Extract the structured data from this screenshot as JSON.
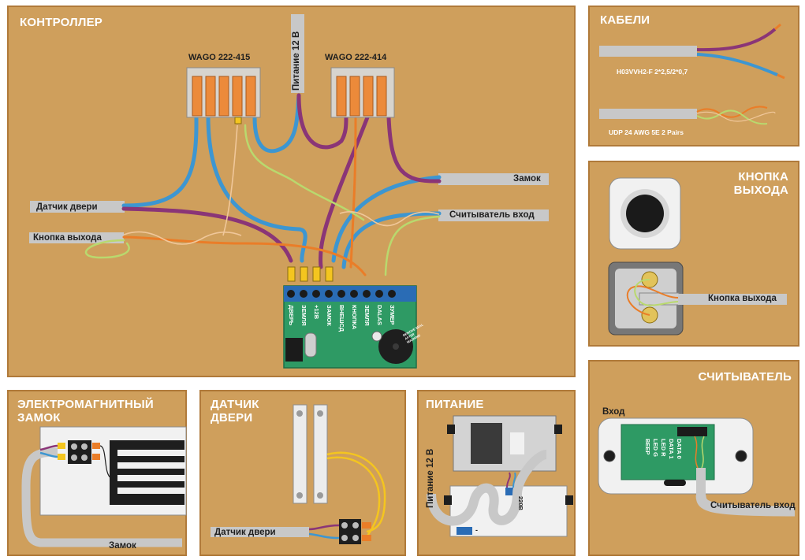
{
  "colors": {
    "panel_bg": "#cf9f5c",
    "panel_border": "#b07a3a",
    "wire_blue": "#3d96d1",
    "wire_purple": "#8a3577",
    "wire_orange": "#ea7d28",
    "wire_green": "#b9d96e",
    "wire_yellow": "#f4c51f",
    "cable_grey": "#c8c8c8",
    "board_green": "#2e9a64",
    "terminal_blue": "#2a6cb5",
    "wago_body": "#d7d4ce",
    "wago_lever": "#ec8a3a"
  },
  "controller": {
    "title": "КОНТРОЛЛЕР",
    "wago_left": "WAGO 222-415",
    "wago_right": "WAGO 222-414",
    "power_label": "Питание 12 В",
    "lock_label": "Замок",
    "door_sensor_label": "Датчик двери",
    "reader_input_label": "Считыватель вход",
    "exit_button_label": "Кнопка выхода",
    "terminals": [
      "ДВЕРЬ",
      "ЗЕМЛЯ",
      "+12В",
      "ЗАМОК",
      "ВНЕШСД",
      "КНОПКА",
      "ЗЕМЛЯ",
      "DALAS",
      "ЗУМЕР"
    ],
    "buzzer_text": "REMOVE SEAL AFTER WASHING"
  },
  "cables": {
    "title": "КАБЕЛИ",
    "power_cable": "H03VVH2-F  2*2,5/2*0,7",
    "utp_cable": "UDP 24 AWG 5E 2 Pairs"
  },
  "exit_button": {
    "title_line1": "КНОПКА",
    "title_line2": "ВЫХОДА",
    "wire_label": "Кнопка выхода"
  },
  "reader": {
    "title": "СЧИТЫВАТЕЛЬ",
    "input_label": "Вход",
    "wire_label": "Считыватель вход",
    "pins": [
      "DATA 0",
      "DATA 1",
      "LED R",
      "LED G",
      "BEEP"
    ]
  },
  "em_lock": {
    "title_line1": "ЭЛЕКТРОМАГНИТНЫЙ",
    "title_line2": "ЗАМОК",
    "wire_label": "Замок"
  },
  "door_sensor": {
    "title_line1": "ДАТЧИК",
    "title_line2": "ДВЕРИ",
    "wire_label": "Датчик двери"
  },
  "power": {
    "title": "ПИТАНИЕ",
    "vertical_label": "Питание 12 В",
    "voltage_label": "220В",
    "minus_label": "-"
  }
}
